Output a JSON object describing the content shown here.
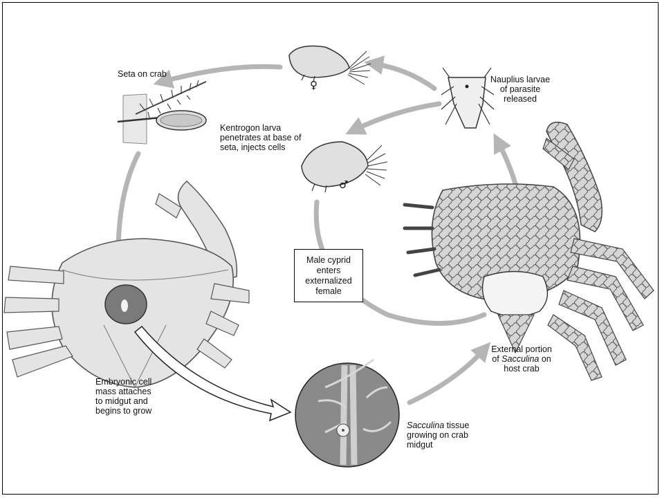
{
  "labels": {
    "seta": "Seta on crab",
    "kentrogon_1": "Kentrogon larva",
    "kentrogon_2": "penetrates at base of",
    "kentrogon_3": "seta, injects cells",
    "nauplius_1": "Nauplius larvae",
    "nauplius_2": "of parasite",
    "nauplius_3": "released",
    "female_symbol": "♀",
    "male_symbol": "♂",
    "male_cyprid_1": "Male cyprid",
    "male_cyprid_2": "enters",
    "male_cyprid_3": "externalized",
    "male_cyprid_4": "female",
    "embryonic_1": "Embryonic cell",
    "embryonic_2": "mass attaches",
    "embryonic_3": "to midgut and",
    "embryonic_4": "begins to grow",
    "external_1": "External portion",
    "external_2_pre": "of ",
    "external_2_em": "Sacculina",
    "external_2_post": " on",
    "external_3": "host crab",
    "tissue_1_em": "Sacculina",
    "tissue_1_post": " tissue",
    "tissue_2": "growing on crab",
    "tissue_3": "midgut"
  },
  "colors": {
    "cycle_arrow": "#b5b5b5",
    "crab_fill": "#e4e4e4",
    "crab_stroke": "#555555",
    "infected_fill": "#c9c9c9",
    "circle_fill": "#8a8a8a"
  }
}
